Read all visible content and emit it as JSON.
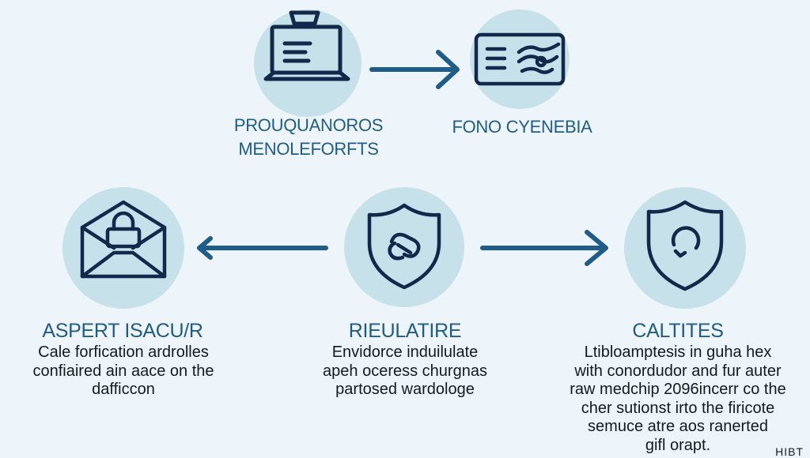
{
  "colors": {
    "background": "#eef5fa",
    "circle": "#c7e1ea",
    "icon_stroke": "#13294b",
    "arrow": "#1f5d88",
    "heading": "#1e5c87",
    "body_text": "#111a22"
  },
  "top": {
    "left": {
      "icon": "laptop-icon",
      "label_lines": [
        "PROUQUANOROS",
        "MENOLEFORFTS"
      ]
    },
    "right": {
      "icon": "id-card-icon",
      "label_lines": [
        "FONO CYENEBIA"
      ]
    }
  },
  "bottom": {
    "left": {
      "icon": "envelope-lock-icon",
      "title": "ASPERT ISACU/R",
      "desc_lines": [
        "Cale forfication ardrolles",
        "confiaired ain aace on the",
        "dafficcon"
      ]
    },
    "center": {
      "icon": "shield-link-icon",
      "title": "RIEULATIRE",
      "desc_lines": [
        "Envidorce induilulate",
        "apeh oceress churgnas",
        "partosed wardologe"
      ]
    },
    "right": {
      "icon": "shield-check-icon",
      "title": "CALTITES",
      "desc_lines": [
        "Ltibloamptesis in guha hex",
        "with conordudor and fur auter",
        "raw medchip 2096incerr co the",
        "cher sutionst irto the firicote",
        "semuce atre aos ranerted",
        "gifl orapt."
      ]
    }
  },
  "corner_text": "HIBT"
}
